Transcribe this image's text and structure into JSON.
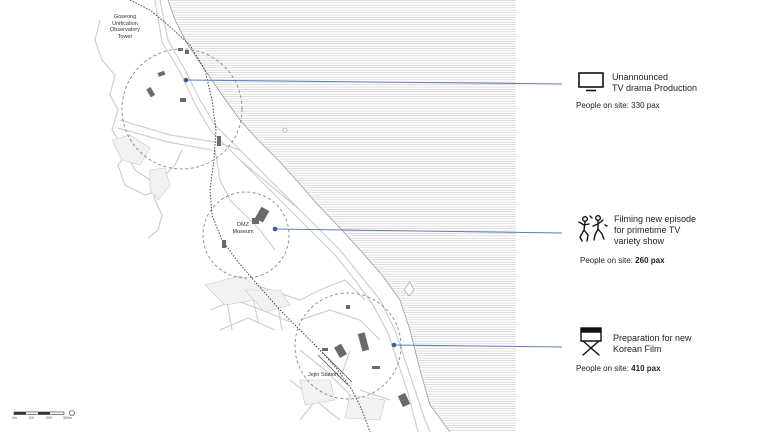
{
  "places": {
    "goseong": [
      "Goseong",
      "Unification",
      "Observatory",
      "Tower"
    ],
    "dmz": [
      "DMZ",
      "Museum"
    ],
    "jejin": "Jejin Station"
  },
  "scale_bar": {
    "labels": [
      "0m",
      "100",
      "200",
      "500m"
    ]
  },
  "sites": [
    {
      "icon": "tv-icon",
      "title": [
        "Unannounced",
        "TV drama Production"
      ],
      "people_label": "People on site:",
      "people_value": "330 pax"
    },
    {
      "icon": "dancers-icon",
      "title": [
        "Filming new episode",
        "for primetime TV",
        "variety show"
      ],
      "people_label": "People on site:",
      "people_value": "260 pax"
    },
    {
      "icon": "director-chair-icon",
      "title": [
        "Preparation for new",
        "Korean Film"
      ],
      "people_label": "People on site:",
      "people_value": "410 pax"
    }
  ],
  "colors": {
    "leader_line": "#5b7fb5",
    "marker": "#3a5e9a",
    "sea_hatch": "#c8c8c8",
    "road": "#cfcfcf",
    "building": "#6a6a6a"
  }
}
